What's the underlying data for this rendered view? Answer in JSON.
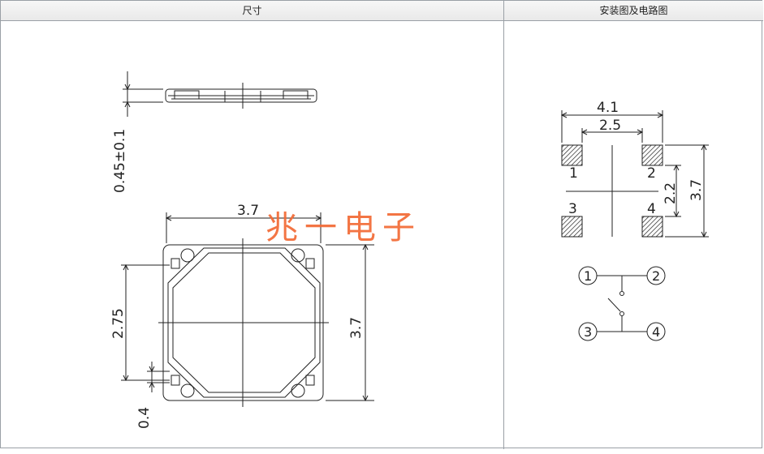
{
  "headers": {
    "dimensions": "尺寸",
    "mounting_and_circuit": "安装图及电路图"
  },
  "watermark": "兆一电子",
  "dimension_view": {
    "side_thickness": "0.45±0.1",
    "top_width": "3.7",
    "left_height": "2.75",
    "right_height": "3.7",
    "bottom_offset": "0.4"
  },
  "mounting_view": {
    "outer_width": "4.1",
    "inner_width": "2.5",
    "inner_height": "2.2",
    "outer_height": "3.7",
    "pads": [
      "1",
      "2",
      "3",
      "4"
    ]
  },
  "circuit_view": {
    "pins": [
      "1",
      "2",
      "3",
      "4"
    ]
  },
  "colors": {
    "line": "#222222",
    "watermark": "#f26a35",
    "header_border": "#9aa0a6"
  }
}
